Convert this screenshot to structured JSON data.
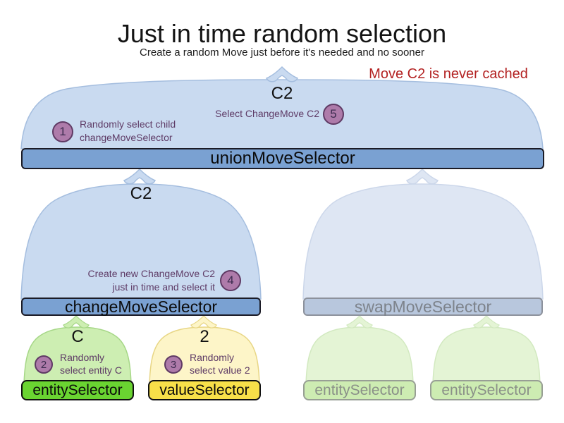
{
  "header": {
    "title": "Just in time random selection",
    "subtitle": "Create a random Move just before it's needed and no sooner",
    "warning": "Move C2 is never cached"
  },
  "selectors": {
    "union": {
      "label": "unionMoveSelector",
      "selected_move": "C2"
    },
    "change": {
      "label": "changeMoveSelector",
      "selected_move": "C2"
    },
    "swap": {
      "label": "swapMoveSelector"
    },
    "entity": {
      "label": "entitySelector",
      "selected_entity": "C"
    },
    "value": {
      "label": "valueSelector",
      "selected_value": "2"
    },
    "swap_entity_left": {
      "label": "entitySelector"
    },
    "swap_entity_right": {
      "label": "entitySelector"
    }
  },
  "steps": {
    "s1": {
      "num": "1",
      "text": "Randomly select child\nchangeMoveSelector"
    },
    "s2": {
      "num": "2",
      "text": "Randomly\nselect entity C"
    },
    "s3": {
      "num": "3",
      "text": "Randomly\nselect value 2"
    },
    "s4": {
      "num": "4",
      "text": "Create new ChangeMove C2\njust in time and select it"
    },
    "s5": {
      "num": "5",
      "text": "Select ChangeMove C2"
    }
  },
  "colors": {
    "active_bar_blue": "#7aa1d2",
    "faded_bar_blue": "#b8c7dd",
    "entity_bar_green": "#6ad431",
    "value_bar_yellow": "#f8e049",
    "faded_bar_green": "#cdecb2",
    "funnel_blue": "#c9daf0",
    "funnel_blue_faded": "#dee6f3",
    "funnel_green": "#cdeeb2",
    "funnel_yellow": "#fdf5c8",
    "funnel_green_faded": "#e4f4d5",
    "step_circle_fill": "#ae7baa",
    "step_circle_border": "#5f3a64",
    "annotation_text": "#5e3b66",
    "warning_red": "#b32222"
  }
}
